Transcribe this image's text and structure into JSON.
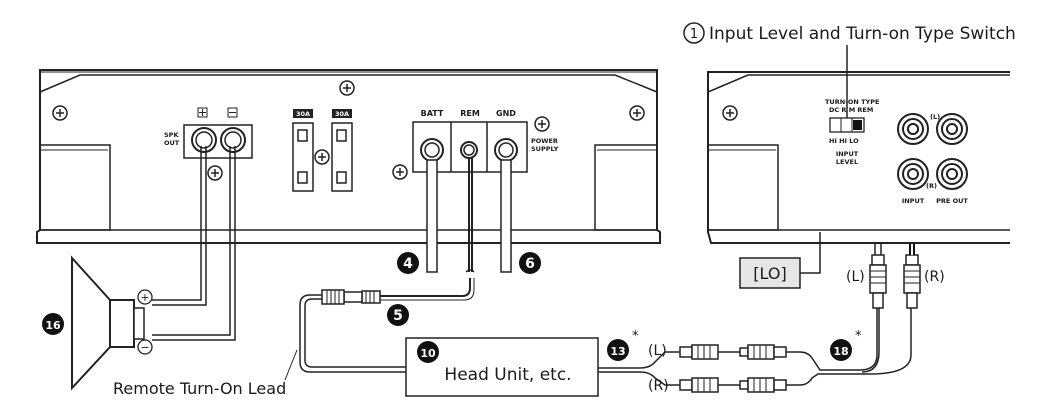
{
  "callouts": {
    "input_level_num": "1",
    "input_level_label": "Input Level and Turn-on Type Switch",
    "batt_num": "4",
    "rem_num": "5",
    "gnd_num": "6",
    "head_unit_num": "10",
    "rca_num": "13",
    "rca_asterisk": "*",
    "speaker_num": "16",
    "rca2_num": "18",
    "rca2_asterisk": "*"
  },
  "left_amp": {
    "spk_out_line1": "SPK",
    "spk_out_line2": "OUT",
    "fuse1": "30A",
    "fuse2": "30A",
    "batt": "BATT",
    "rem": "REM",
    "gnd": "GND",
    "power_supply_line1": "POWER",
    "power_supply_line2": "SUPPLY"
  },
  "right_amp": {
    "turn_on_type": "TURN-ON TYPE",
    "dc_rm_rem": "DC  R M  REM",
    "hi_hi_lo": "HI   HI   LO",
    "input_level_line1": "INPUT",
    "input_level_line2": "LEVEL",
    "l_label": "(L)",
    "r_label": "(R)",
    "input_label": "INPUT",
    "pre_out_label": "PRE OUT"
  },
  "labels": {
    "lo_box": "[LO]",
    "plug_l": "(L)",
    "plug_r": "(R)",
    "head_unit": "Head Unit, etc.",
    "rca_l": "(L)",
    "rca_r": "(R)",
    "remote_lead": "Remote Turn-On Lead",
    "speaker_plus": "+",
    "speaker_minus": "−"
  }
}
